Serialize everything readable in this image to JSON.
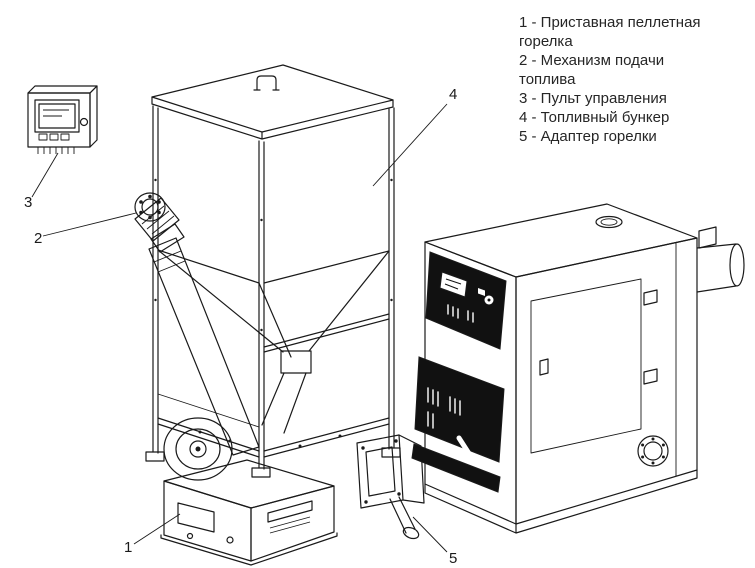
{
  "colors": {
    "line": "#1a1a1a",
    "panel_black": "#111111",
    "background": "#ffffff",
    "text": "#262626"
  },
  "legend": {
    "items": [
      {
        "num": "1",
        "text": "1 - Приставная пеллетная горелка"
      },
      {
        "num": "2",
        "text": "2 - Механизм подачи топлива"
      },
      {
        "num": "3",
        "text": "3 - Пульт управления"
      },
      {
        "num": "4",
        "text": "4 - Топливный бункер"
      },
      {
        "num": "5",
        "text": "5 - Адаптер горелки"
      }
    ]
  },
  "callouts": {
    "n1": "1",
    "n2": "2",
    "n3": "3",
    "n4": "4",
    "n5": "5"
  }
}
